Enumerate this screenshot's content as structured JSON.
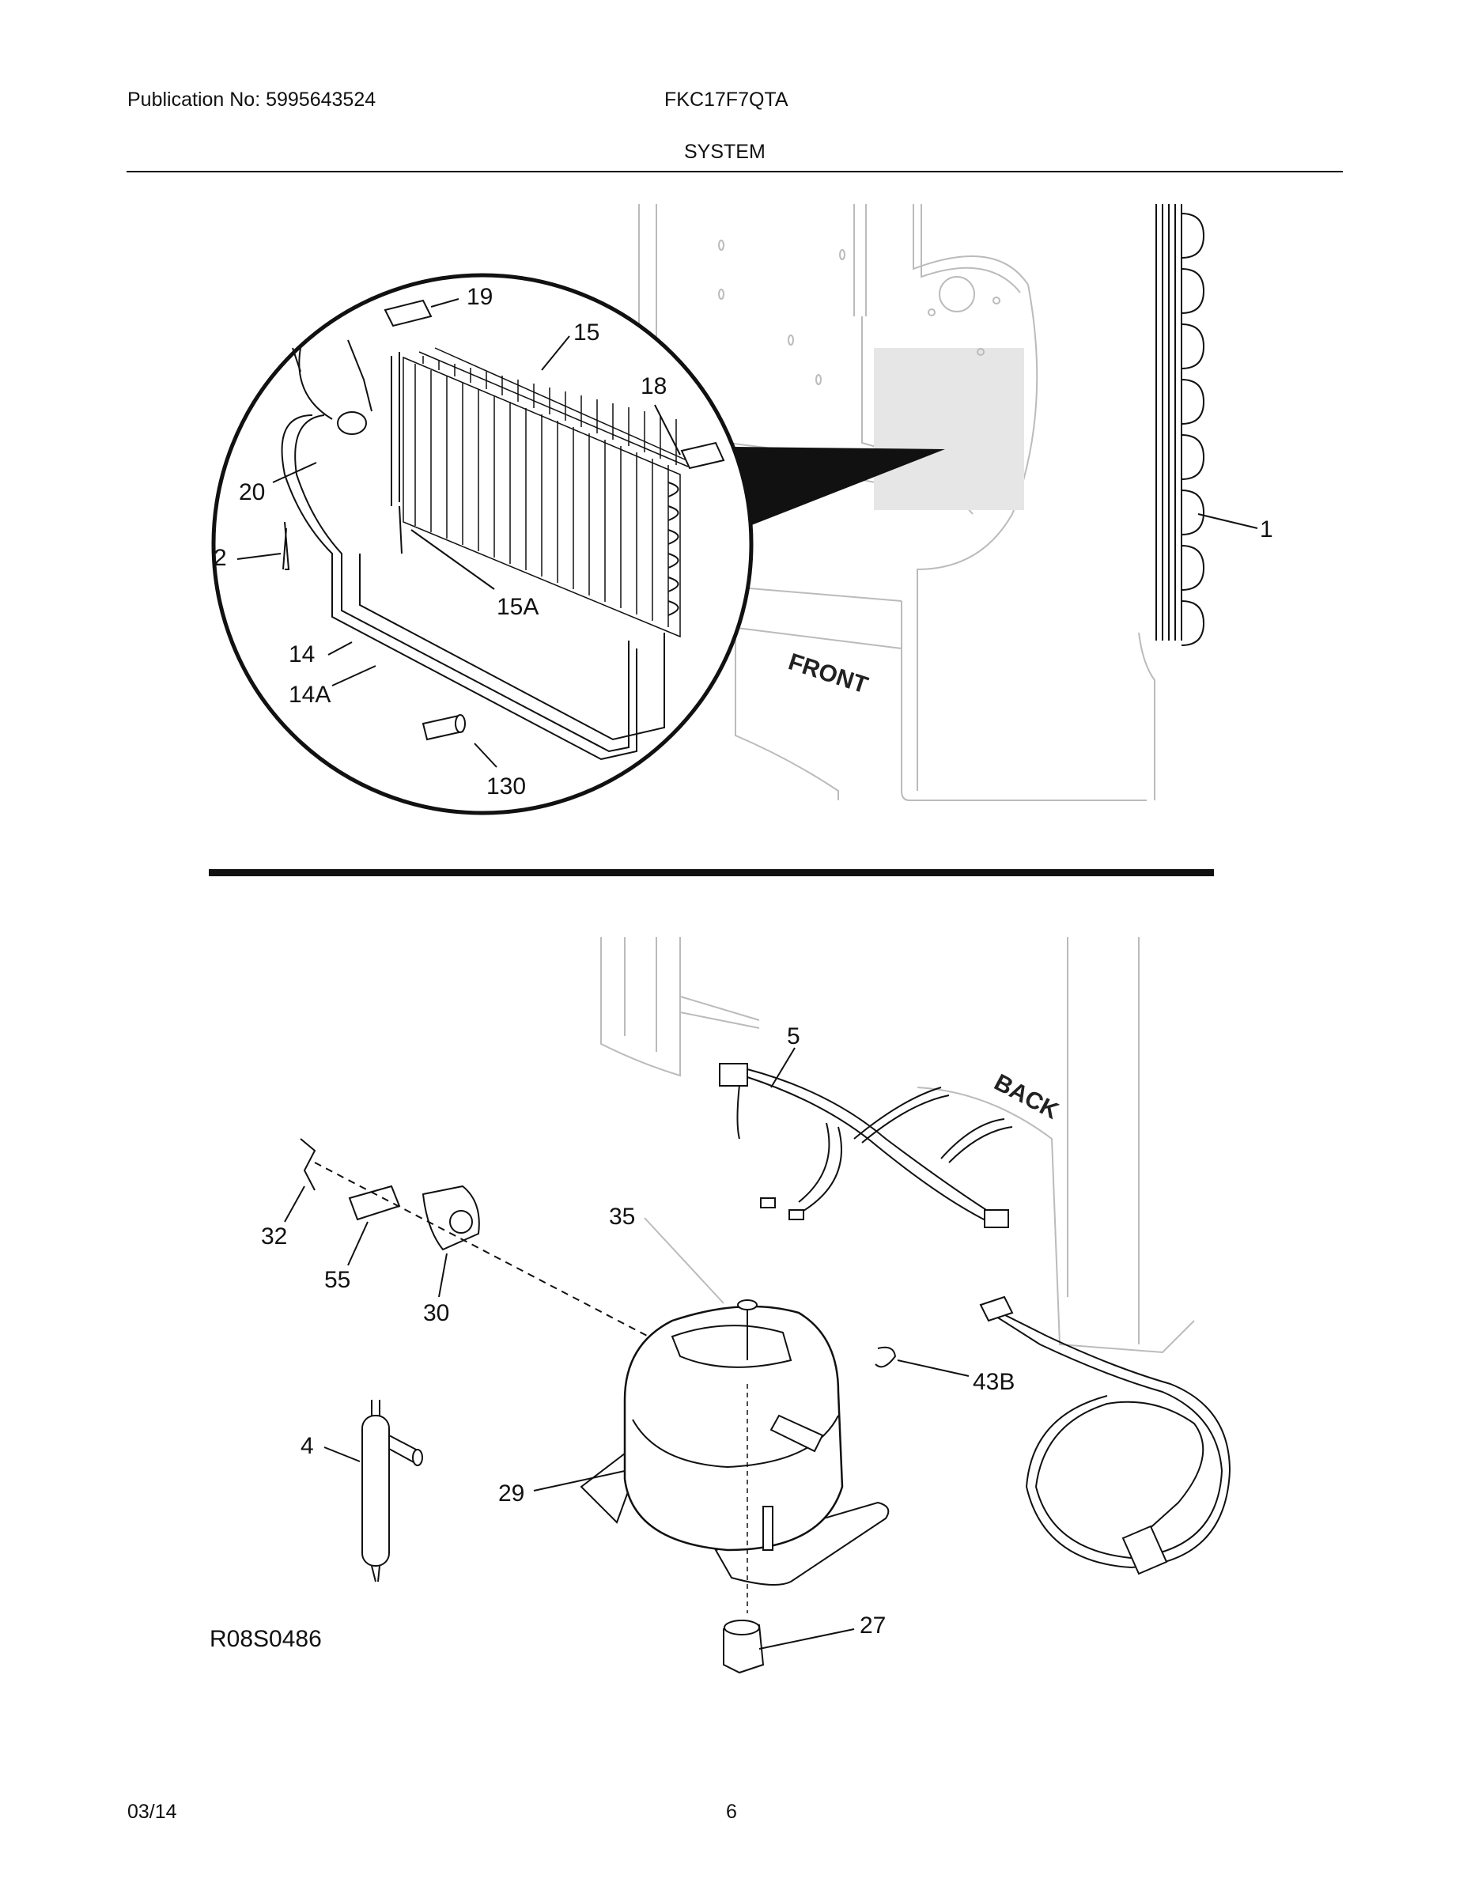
{
  "header": {
    "publication": "Publication No: 5995643524",
    "model": "FKC17F7QTA",
    "section": "SYSTEM"
  },
  "diagram": {
    "front_label": "FRONT",
    "back_label": "BACK",
    "drawing_code": "R08S0486",
    "callouts": {
      "c19": "19",
      "c15": "15",
      "c18": "18",
      "c20": "20",
      "c2": "2",
      "c15A": "15A",
      "c14": "14",
      "c14A": "14A",
      "c130": "130",
      "c1": "1",
      "c5": "5",
      "c32": "32",
      "c55": "55",
      "c30": "30",
      "c35": "35",
      "c43B": "43B",
      "c4": "4",
      "c29": "29",
      "c27": "27"
    }
  },
  "footer": {
    "date": "03/14",
    "page": "6"
  }
}
